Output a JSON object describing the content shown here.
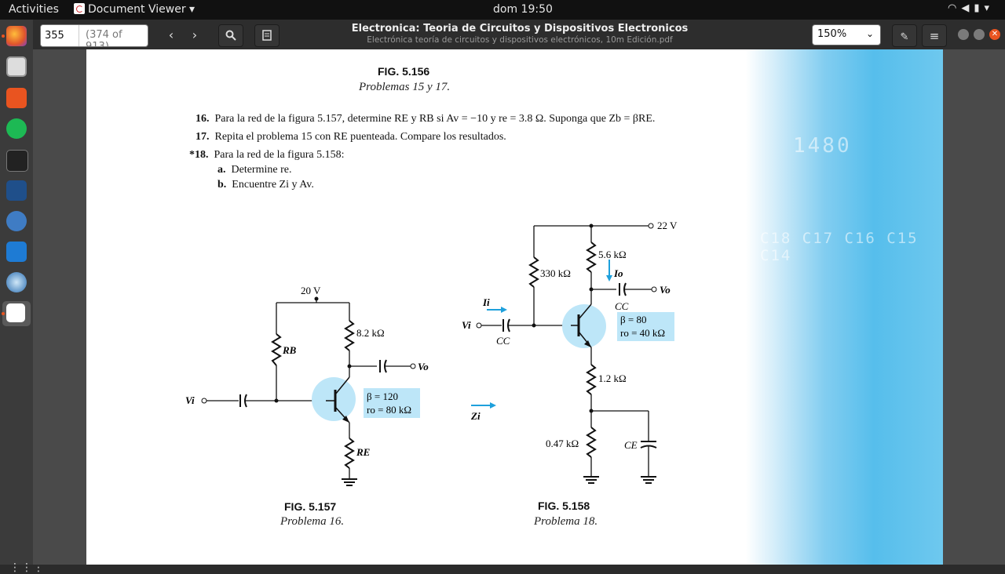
{
  "topbar": {
    "activities": "Activities",
    "app_name": "Document Viewer",
    "clock": "dom 19:50"
  },
  "headerbar": {
    "page_number": "355",
    "page_count": "(374 of 913)",
    "title": "Electronica: Teoria de Circuitos y Dispositivos Electronicos",
    "subtitle": "Electrónica teoría de circuitos y dispositivos electrónicos, 10m Edición.pdf",
    "zoom": "150%"
  },
  "document": {
    "fig156": {
      "label": "FIG. 5.156",
      "caption": "Problemas 15 y 17."
    },
    "problems": {
      "p16_num": "16.",
      "p16_text": "Para la red de la figura 5.157, determine R",
      "p16_rest": "E y RB si Av = −10 y re = 3.8 Ω. Suponga que Zb = βRE.",
      "p17_num": "17.",
      "p17_text": "Repita el problema 15 con RE puenteada. Compare los resultados.",
      "p18_num": "*18.",
      "p18_text": "Para la red de la figura 5.158:",
      "p18a_label": "a.",
      "p18a_text": "Determine re.",
      "p18b_label": "b.",
      "p18b_text": "Encuentre Zi y Av."
    },
    "fig157": {
      "label": "FIG. 5.157",
      "caption": "Problema 16.",
      "vcc": "20 V",
      "rc": "8.2  kΩ",
      "rb": "RB",
      "re": "RE",
      "vi": "Vi",
      "vo": "Vo",
      "beta": "β = 120",
      "ro": "ro = 80 kΩ"
    },
    "fig158": {
      "label": "FIG. 5.158",
      "caption": "Problema 18.",
      "vcc": "22 V",
      "rc": "5.6 kΩ",
      "rb": "330 kΩ",
      "re1": "1.2 kΩ",
      "re2": "0.47 kΩ",
      "ce": "CE",
      "cc_in": "CC",
      "cc_out": "CC",
      "vi": "Vi",
      "vo": "Vo",
      "ii": "Ii",
      "io": "Io",
      "zi": "Zi",
      "beta": "β = 80",
      "ro": "ro = 40 kΩ"
    },
    "watermark": {
      "w1": "1480",
      "w2": "C18 C17 C16 C15 C14"
    }
  },
  "colors": {
    "highlight": "#bde6f8",
    "arrow": "#1ea0dc",
    "accent": "#e95420"
  }
}
